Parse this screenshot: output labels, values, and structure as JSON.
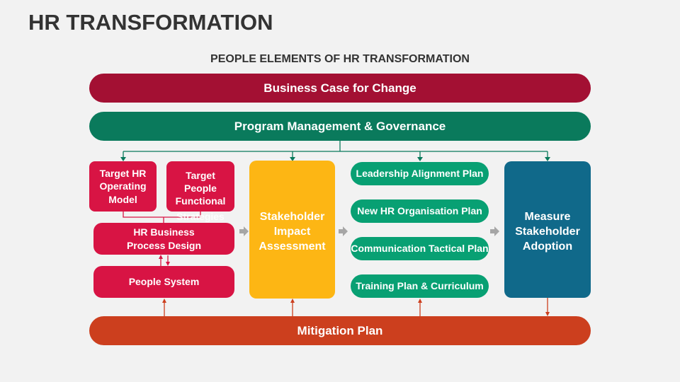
{
  "title": "HR TRANSFORMATION",
  "subtitle": "PEOPLE ELEMENTS OF HR TRANSFORMATION",
  "bars": {
    "business_case": "Business Case for Change",
    "program": "Program Management & Governance",
    "mitigation": "Mitigation Plan"
  },
  "left": {
    "target_hr": "Target HR Operating Model",
    "target_people": "Target People Functional",
    "target_people_overflow": "Strategies",
    "hr_business": "HR Business Process Design",
    "people_system": "People System"
  },
  "stakeholder": "Stakeholder Impact Assessment",
  "plans": [
    "Leadership Alignment Plan",
    "New HR Organisation Plan",
    "Communication Tactical Plan",
    "Training Plan & Curriculum"
  ],
  "measure": "Measure Stakeholder Adoption",
  "colors": {
    "business_case": "#a31033",
    "program": "#0a7a5c",
    "mitigation": "#cc3f1e",
    "red_boxes": "#d81444",
    "stakeholder": "#fdb614",
    "plans": "#08a073",
    "measure": "#10698a"
  }
}
